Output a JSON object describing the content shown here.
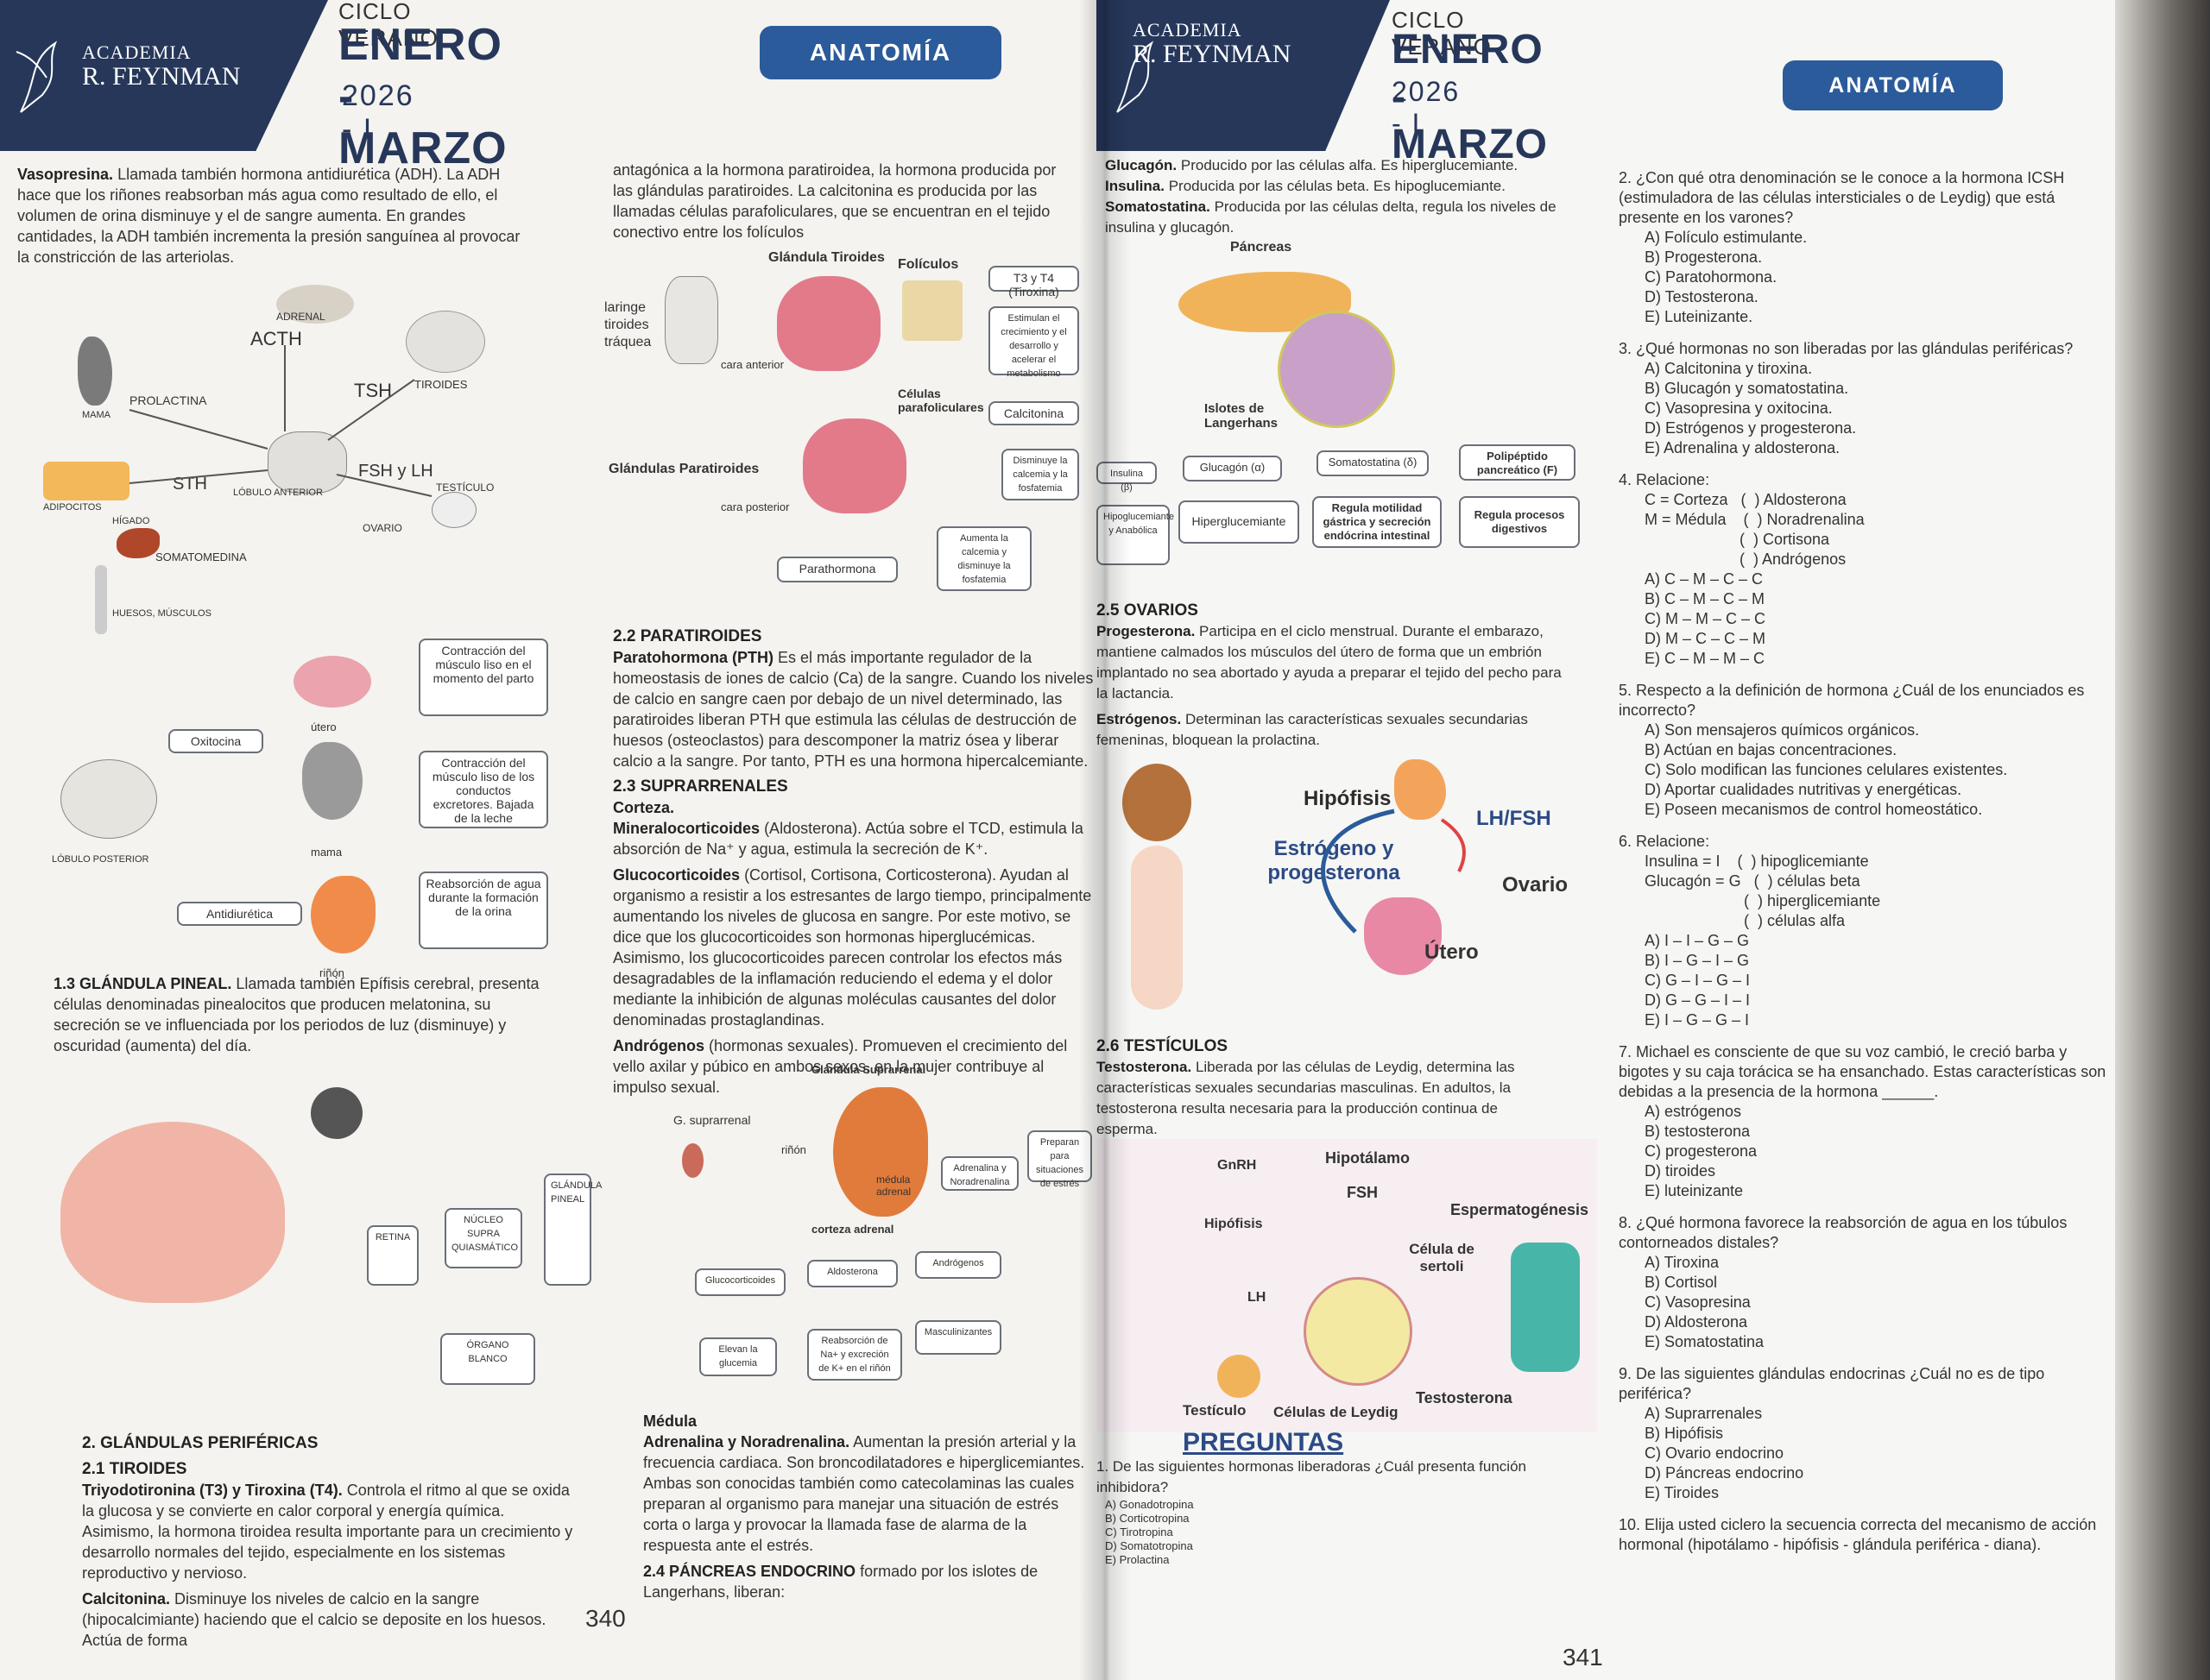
{
  "header_left": {
    "academy": "ACADEMIA",
    "academy_name": "R. FEYNMAN",
    "cycle": "CICLO VERANO",
    "months": "ENERO - MARZO",
    "year": "2026 - I",
    "subject": "ANATOMÍA"
  },
  "header_right": {
    "academy": "ACADEMIA",
    "academy_name": "R. FEYNMAN",
    "cycle": "CICLO VERANO",
    "months": "ENERO - MARZO",
    "year": "2026 - I",
    "subject": "ANATOMÍA"
  },
  "left_col1": {
    "vasopresina_title": "Vasopresina.",
    "vasopresina_text": "Llamada también hormona antidiurética (ADH). La ADH hace que los riñones reabsorban más agua como resultado de ello, el volumen de orina disminuye y el de sangre aumenta. En grandes cantidades, la ADH también incrementa la presión sanguínea al provocar la constricción de las arteriolas.",
    "pineal_title": "1.3 GLÁNDULA PINEAL.",
    "pineal_text": "Llamada también Epífisis cerebral, presenta células denominadas pinealocitos que producen melatonina, su secreción se ve influenciada por los periodos de luz (disminuye) y oscuridad (aumenta) del día.",
    "perifericas_title": "2. GLÁNDULAS PERIFÉRICAS",
    "tiroides_title": "2.1 TIROIDES",
    "t3t4_title": "Triyodotironina (T3) y Tiroxina (T4).",
    "t3t4_text": "Controla el ritmo al que se oxida la glucosa y se convierte en calor corporal y energía química. Asimismo, la hormona tiroidea resulta importante para un crecimiento y desarrollo normales del tejido, especialmente en los sistemas reproductivo y nervioso.",
    "calcitonina_title": "Calcitonina.",
    "calcitonina_text": "Disminuye los niveles de calcio en la sangre (hipocalcimiante) haciendo que el calcio se deposite en los huesos. Actúa de forma"
  },
  "pituitary_fig": {
    "adrenal": "ADRENAL",
    "acth": "ACTH",
    "tsh": "TSH",
    "tiroides": "TIROIDES",
    "prolactina": "PROLACTINA",
    "mama": "MAMA",
    "fsh_lh": "FSH y LH",
    "testiculo": "TESTÍCULO",
    "sth": "STH",
    "lobulo_anterior": "LÓBULO ANTERIOR",
    "ovario": "OVARIO",
    "adipocitos": "ADIPOCITOS",
    "higado": "HÍGADO",
    "somatomedina": "SOMATOMEDINA",
    "huesos": "HUESOS, MÚSCULOS"
  },
  "posterior_fig": {
    "box1": "Contracción del músculo liso en el momento del parto",
    "utero": "útero",
    "oxitocina": "Oxitocina",
    "box2": "Contracción del músculo liso de los conductos excretores. Bajada de la leche",
    "mama": "mama",
    "lobulo_posterior": "LÓBULO POSTERIOR",
    "antidiuretica": "Antidiurética",
    "box3": "Reabsorción de agua durante la formación de la orina",
    "rinon": "riñón"
  },
  "left_col2": {
    "intro": "antagónica a la hormona paratiroidea, la hormona producida por las glándulas paratiroides. La calcitonina es producida por las llamadas células parafoliculares, que se encuentran en el tejido conectivo entre los folículos",
    "para_title": "2.2 PARATIROIDES",
    "pth_title": "Paratohormona (PTH)",
    "pth_text": "Es el más importante regulador de la homeostasis de iones de calcio (Ca) de la sangre. Cuando los niveles de calcio en sangre caen por debajo de un nivel determinado, las paratiroides liberan PTH que estimula las células de destrucción de huesos (osteoclastos) para descomponer la matriz ósea y liberar calcio a la sangre. Por tanto, PTH es una hormona hipercalcemiante.",
    "supra_title": "2.3 SUPRARRENALES",
    "corteza": "Corteza.",
    "mineral_title": "Mineralocorticoides",
    "mineral_text": "(Aldosterona). Actúa sobre el TCD, estimula la absorción de Na⁺ y agua, estimula la secreción de K⁺.",
    "gluco_title": "Glucocorticoides",
    "gluco_text": "(Cortisol, Cortisona, Corticosterona). Ayudan al organismo a resistir a los estresantes de largo tiempo, principalmente aumentando los niveles de glucosa en sangre. Por este motivo, se dice que los glucocorticoides son hormonas hiperglucémicas. Asimismo, los glucocorticoides parecen controlar los efectos más desagradables de la inflamación reduciendo el edema y el dolor mediante la inhibición de algunas moléculas causantes del dolor denominadas prostaglandinas.",
    "andro_title": "Andrógenos",
    "andro_text": "(hormonas sexuales). Promueven el crecimiento del vello axilar y púbico en ambos sexos, en la mujer contribuye al impulso sexual.",
    "medula": "Médula",
    "adren_title": "Adrenalina y Noradrenalina.",
    "adren_text": "Aumentan la presión arterial y la frecuencia cardiaca. Son broncodilatadores e hiperglicemiantes. Ambas son conocidas también como catecolaminas las cuales preparan al organismo para manejar una situación de estrés corta o larga y provocar la llamada fase de alarma de la respuesta ante el estrés.",
    "pancreas_title": "2.4 PÁNCREAS ENDOCRINO",
    "pancreas_text": "formado por los islotes de Langerhans, liberan:"
  },
  "thyroid_fig": {
    "glandula_tiroides": "Glándula Tiroides",
    "foliculos": "Folículos",
    "t3t4": "T3 y T4 (Tiroxina)",
    "laringe": "laringe",
    "tiroides": "tiroides",
    "traquea": "tráquea",
    "cara_anterior": "cara anterior",
    "estimulan": "Estimulan el crecimiento y el desarrollo y acelerar el metabolismo",
    "celulas_para": "Células parafoliculares",
    "calcitonina": "Calcitonina",
    "disminuye": "Disminuye la calcemia y la fosfatemia",
    "glandulas_para": "Glándulas Paratiroides",
    "cara_posterior": "cara posterior",
    "parathormona": "Parathormona",
    "aumenta": "Aumenta la calcemia y disminuye la fosfatemia"
  },
  "adrenal_fig": {
    "glandula_supra": "Glándula Suprarrenal",
    "g_suprarrenal": "G. suprarrenal",
    "rinon": "riñón",
    "medula_adrenal": "médula adrenal",
    "adrenalina": "Adrenalina y Noradrenalina",
    "preparan": "Preparan para situaciones de estrés",
    "corteza_adrenal": "corteza adrenal",
    "glucocorticoides": "Glucocorticoides",
    "aldosterona": "Aldosterona",
    "androgenos": "Andrógenos",
    "elevan": "Elevan la glucemia",
    "reabsorcion": "Reabsorción de Na+ y excreción de K+ en el riñón",
    "masculinizantes": "Masculinizantes"
  },
  "pineal_fig": {
    "retina": "RETINA",
    "glandula_pineal": "GLÁNDULA PINEAL",
    "nucleo": "NÚCLEO SUPRA QUIASMÁTICO",
    "organo": "ÓRGANO BLANCO"
  },
  "page_numbers": {
    "left": "340",
    "right": "341"
  },
  "right_col1": {
    "glucagon_title": "Glucagón.",
    "glucagon_text": "Producido por las células alfa. Es hiperglucemiante.",
    "insulina_title": "Insulina.",
    "insulina_text": "Producida por las células beta. Es hipoglucemiante.",
    "somato_title": "Somatostatina.",
    "somato_text": "Producida por las células delta, regula los niveles de insulina y glucagón.",
    "ovarios_title": "2.5 OVARIOS",
    "progest_title": "Progesterona.",
    "progest_text": "Participa en el ciclo menstrual. Durante el embarazo, mantiene calmados los músculos del útero de forma que un embrión implantado no sea abortado y ayuda a preparar el tejido del pecho para la lactancia.",
    "estro_title": "Estrógenos.",
    "estro_text": "Determinan las características sexuales secundarias femeninas, bloquean la prolactina.",
    "testiculos_title": "2.6 TESTÍCULOS",
    "testo_title": "Testosterona.",
    "testo_text": "Liberada por las células de Leydig, determina las características sexuales secundarias masculinas. En adultos, la testosterona resulta necesaria para la producción continua de esperma.",
    "preguntas": "PREGUNTAS",
    "q1": "1. De las siguientes hormonas liberadoras ¿Cuál presenta función inhibidora?",
    "q1_opts": [
      "A) Gonadotropina",
      "B) Corticotropina",
      "C) Tirotropina",
      "D) Somatotropina",
      "E) Prolactina"
    ]
  },
  "pancreas_fig": {
    "pancreas": "Páncreas",
    "islotes": "Islotes de Langerhans",
    "insulina": "Insulina (β)",
    "glucagon": "Glucagón (α)",
    "somatostatina": "Somatostatina (δ)",
    "polipeptido": "Polipéptido pancreático (F)",
    "hipoglucemiante": "Hipoglucemiante y Anabólica",
    "hiperglucemiante": "Hiperglucemiante",
    "regula_motilidad": "Regula motilidad gástrica y secreción endócrina intestinal",
    "regula_procesos": "Regula procesos digestivos"
  },
  "ovary_fig": {
    "hipofisis": "Hipófisis",
    "lhfsh": "LH/FSH",
    "estrogeno": "Estrógeno y progesterona",
    "ovario": "Ovario",
    "utero": "Útero"
  },
  "testis_fig": {
    "gnrh": "GnRH",
    "hipotalamo": "Hipotálamo",
    "fsh": "FSH",
    "espermatogenesis": "Espermatogénesis",
    "hipofisis": "Hipófisis",
    "celula_sertoli": "Célula de sertoli",
    "lh": "LH",
    "testosterona": "Testosterona",
    "testiculo": "Testículo",
    "celulas_leydig": "Células de Leydig"
  },
  "questions": [
    {
      "q": "2. ¿Con qué otra denominación se le conoce a la hormona ICSH (estimuladora de las células intersticiales o de Leydig) que está presente en los varones?",
      "opts": [
        "A) Folículo estimulante.",
        "B) Progesterona.",
        "C) Paratohormona.",
        "D) Testosterona.",
        "E) Luteinizante."
      ]
    },
    {
      "q": "3. ¿Qué hormonas no son liberadas por las glándulas periféricas?",
      "opts": [
        "A) Calcitonina y tiroxina.",
        "B) Glucagón y somatostatina.",
        "C) Vasopresina y oxitocina.",
        "D) Estrógenos y progesterona.",
        "E) Adrenalina y aldosterona."
      ]
    },
    {
      "q": "4. Relacione:",
      "opts": [
        "C = Corteza   (  ) Aldosterona",
        "M = Médula    (  ) Noradrenalina",
        "                      (  ) Cortisona",
        "                      (  ) Andrógenos",
        "A) C – M – C – C",
        "B) C – M – C – M",
        "C) M – M – C – C",
        "D) M – C – C – M",
        "E) C – M – M – C"
      ]
    },
    {
      "q": "5. Respecto a la definición de hormona ¿Cuál de los enunciados es incorrecto?",
      "opts": [
        "A) Son mensajeros químicos orgánicos.",
        "B) Actúan en bajas concentraciones.",
        "C) Solo modifican las funciones celulares existentes.",
        "D) Aportar cualidades nutritivas y energéticas.",
        "E) Poseen mecanismos de control homeostático."
      ]
    },
    {
      "q": "6. Relacione:",
      "opts": [
        "Insulina = I    (  ) hipoglicemiante",
        "Glucagón = G   (  ) células beta",
        "                       (  ) hiperglicemiante",
        "                       (  ) células alfa",
        "A) I – I – G – G",
        "B) I – G – I – G",
        "C) G – I – G – I",
        "D) G – G – I – I",
        "E) I – G – G – I"
      ]
    },
    {
      "q": "7. Michael es consciente de que su voz cambió, le creció barba y bigotes y su caja torácica se ha ensanchado. Estas características son debidas a la presencia de la hormona ______.",
      "opts": [
        "A) estrógenos",
        "B) testosterona",
        "C) progesterona",
        "D) tiroides",
        "E) luteinizante"
      ]
    },
    {
      "q": "8. ¿Qué hormona favorece la reabsorción de agua en los túbulos contorneados distales?",
      "opts": [
        "A) Tiroxina",
        "B) Cortisol",
        "C) Vasopresina",
        "D) Aldosterona",
        "E) Somatostatina"
      ]
    },
    {
      "q": "9. De las siguientes glándulas endocrinas ¿Cuál no es de tipo periférica?",
      "opts": [
        "A) Suprarrenales",
        "B) Hipófisis",
        "C) Ovario endocrino",
        "D) Páncreas endocrino",
        "E) Tiroides"
      ]
    },
    {
      "q": "10. Elija usted ciclero la secuencia correcta del mecanismo de acción hormonal (hipotálamo - hipófisis - glándula periférica - diana).",
      "opts": []
    }
  ]
}
